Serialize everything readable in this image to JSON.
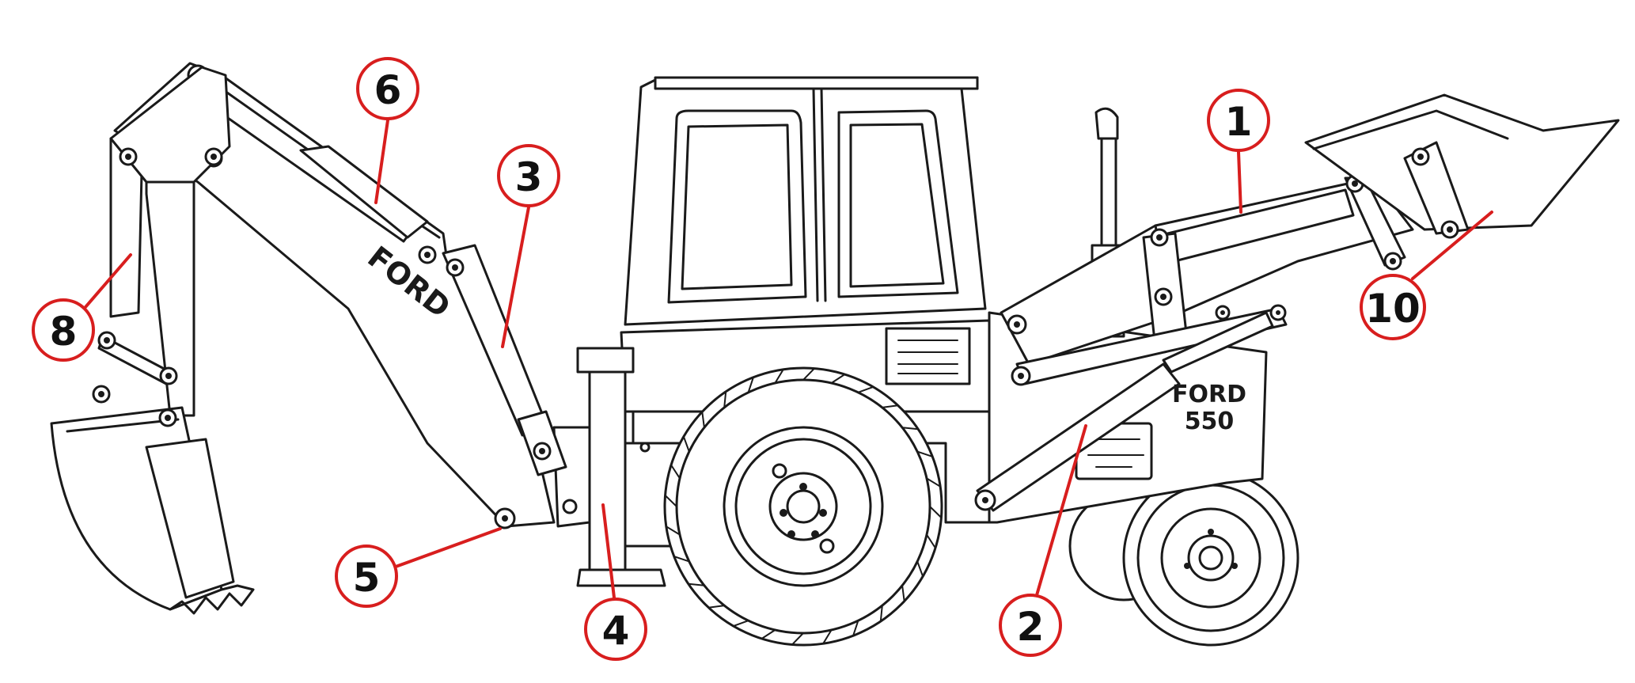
{
  "diagram": {
    "boom_brand": "FORD",
    "body_brand_line1": "FORD",
    "body_brand_line2": "550",
    "callout_color": "#d81e1e",
    "line_color": "#1a1a1a",
    "callouts": [
      {
        "id": "1",
        "label": "1"
      },
      {
        "id": "2",
        "label": "2"
      },
      {
        "id": "3",
        "label": "3"
      },
      {
        "id": "4",
        "label": "4"
      },
      {
        "id": "5",
        "label": "5"
      },
      {
        "id": "6",
        "label": "6"
      },
      {
        "id": "8",
        "label": "8"
      },
      {
        "id": "10",
        "label": "10"
      }
    ],
    "icons": [
      "backhoe-loader-illustration"
    ]
  }
}
